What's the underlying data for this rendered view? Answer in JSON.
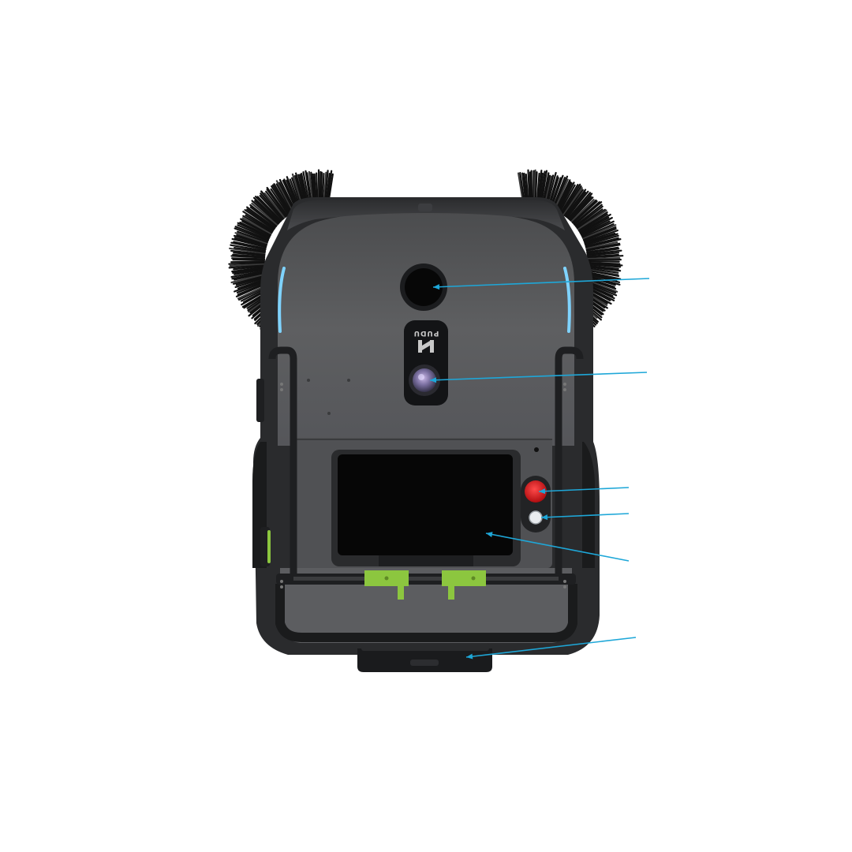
{
  "product": {
    "logo_text": "PUDU",
    "colors": {
      "background": "#ffffff",
      "body": "#5e5f61",
      "body_dark": "#3a3b3d",
      "frame": "#1e1f21",
      "screen": "#060606",
      "brush": "#111111",
      "accent_green": "#8cc63f",
      "emergency_red": "#d9161c",
      "status_light": "#7fd3ff",
      "callout_line": "#1ea7d8"
    }
  },
  "callouts": [
    {
      "id": "top-sensor",
      "icon": "round-sensor-window"
    },
    {
      "id": "camera",
      "icon": "camera-lens"
    },
    {
      "id": "emergency-stop",
      "icon": "red-stop-button"
    },
    {
      "id": "power-button",
      "icon": "white-power-button"
    },
    {
      "id": "touch-screen",
      "icon": "display-screen"
    },
    {
      "id": "charging-port",
      "icon": "bottom-connector"
    }
  ]
}
